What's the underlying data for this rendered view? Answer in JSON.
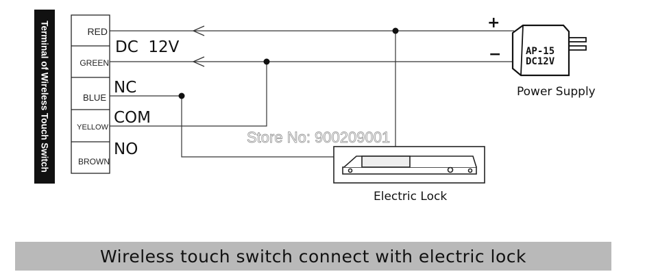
{
  "terminal_label": "Terminal of Wireless Touch Switch",
  "terminals": [
    "RED",
    "GREEN",
    "BLUE",
    "YELLOW",
    "BROWN"
  ],
  "wire_labels": {
    "dc": "DC  12V",
    "nc": "NC",
    "com": "COM",
    "no": "NO"
  },
  "polarity": {
    "plus": "+",
    "minus": "−"
  },
  "power_supply": {
    "model": "AP-15",
    "rating": "DC12V",
    "label": "Power Supply"
  },
  "lock_label": "Electric Lock",
  "watermark": "Store No: 900209001",
  "caption": "Wireless touch switch connect with electric lock"
}
